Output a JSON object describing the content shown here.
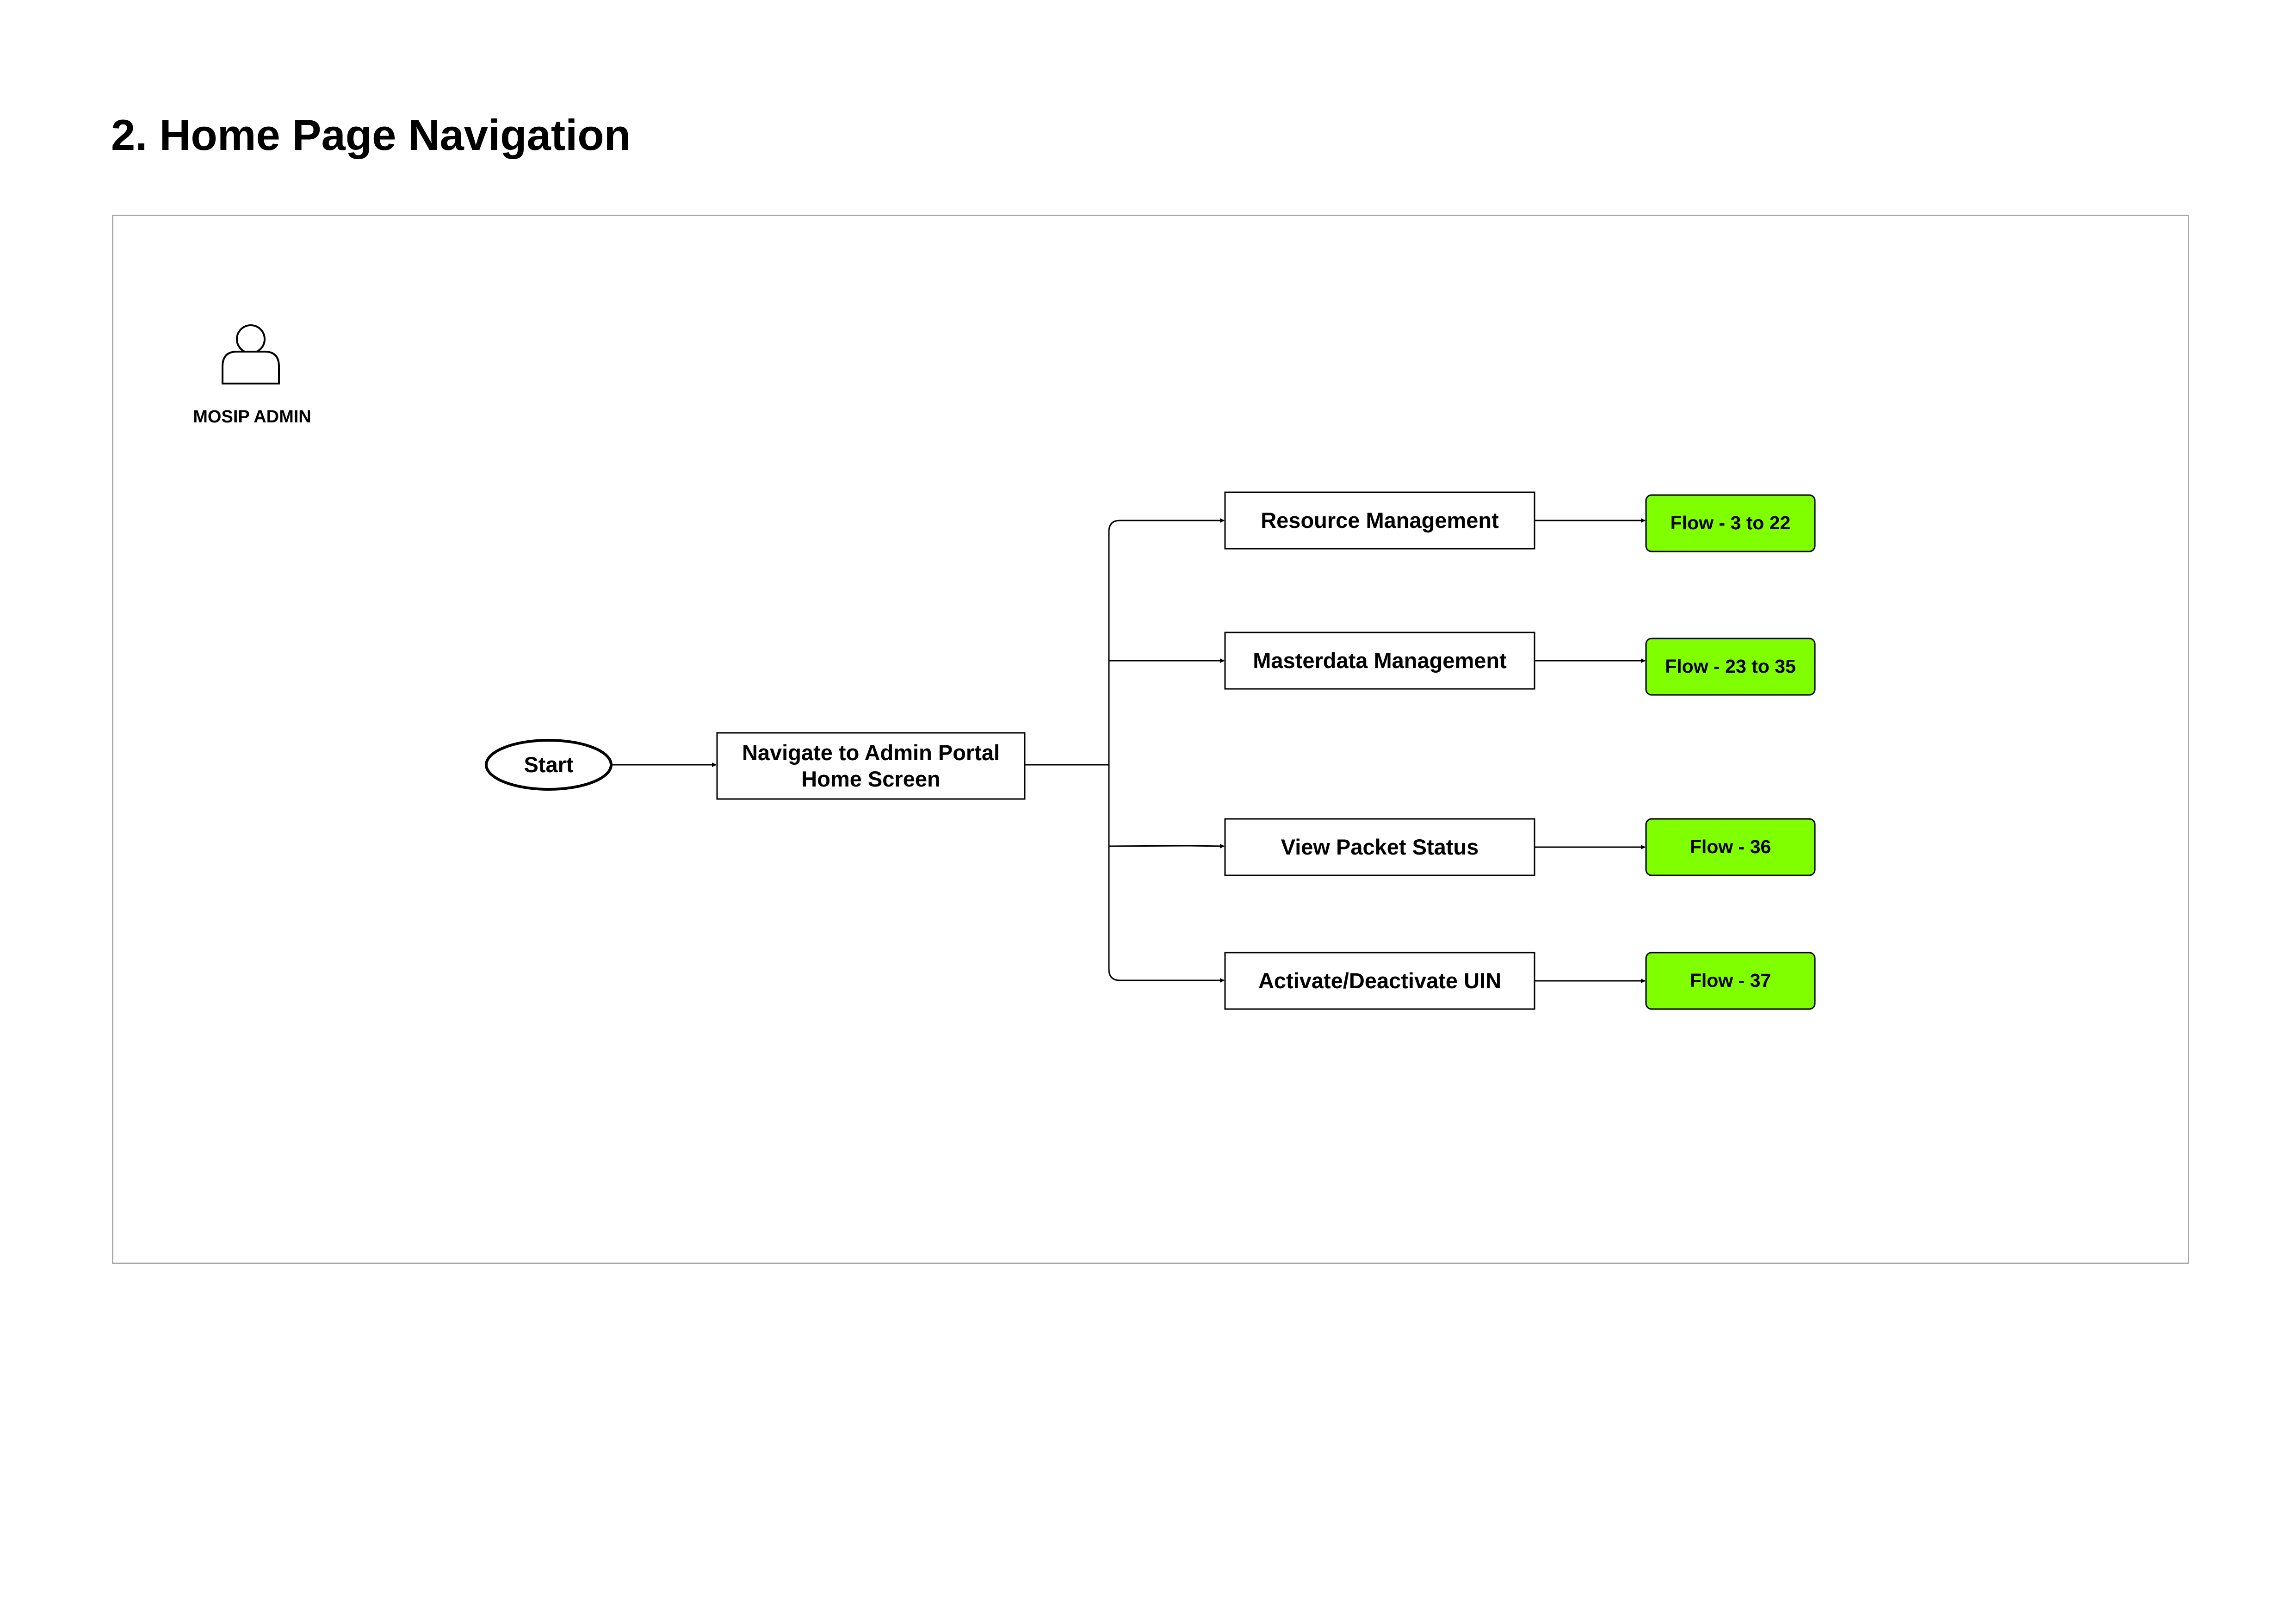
{
  "page": {
    "title": "2. Home Page Navigation"
  },
  "actor": {
    "label": "MOSIP ADMIN",
    "icon": "user-icon"
  },
  "nodes": {
    "start": "Start",
    "navigate": "Navigate to Admin Portal\nHome Screen",
    "branches": [
      {
        "label": "Resource Management",
        "flow": "Flow - 3 to 22"
      },
      {
        "label": "Masterdata Management",
        "flow": "Flow - 23 to 35"
      },
      {
        "label": "View Packet Status",
        "flow": "Flow - 36"
      },
      {
        "label": "Activate/Deactivate UIN",
        "flow": "Flow - 37"
      }
    ]
  },
  "colors": {
    "flow_fill": "#80ff00",
    "stroke": "#000000",
    "frame": "#a8a8a8"
  }
}
